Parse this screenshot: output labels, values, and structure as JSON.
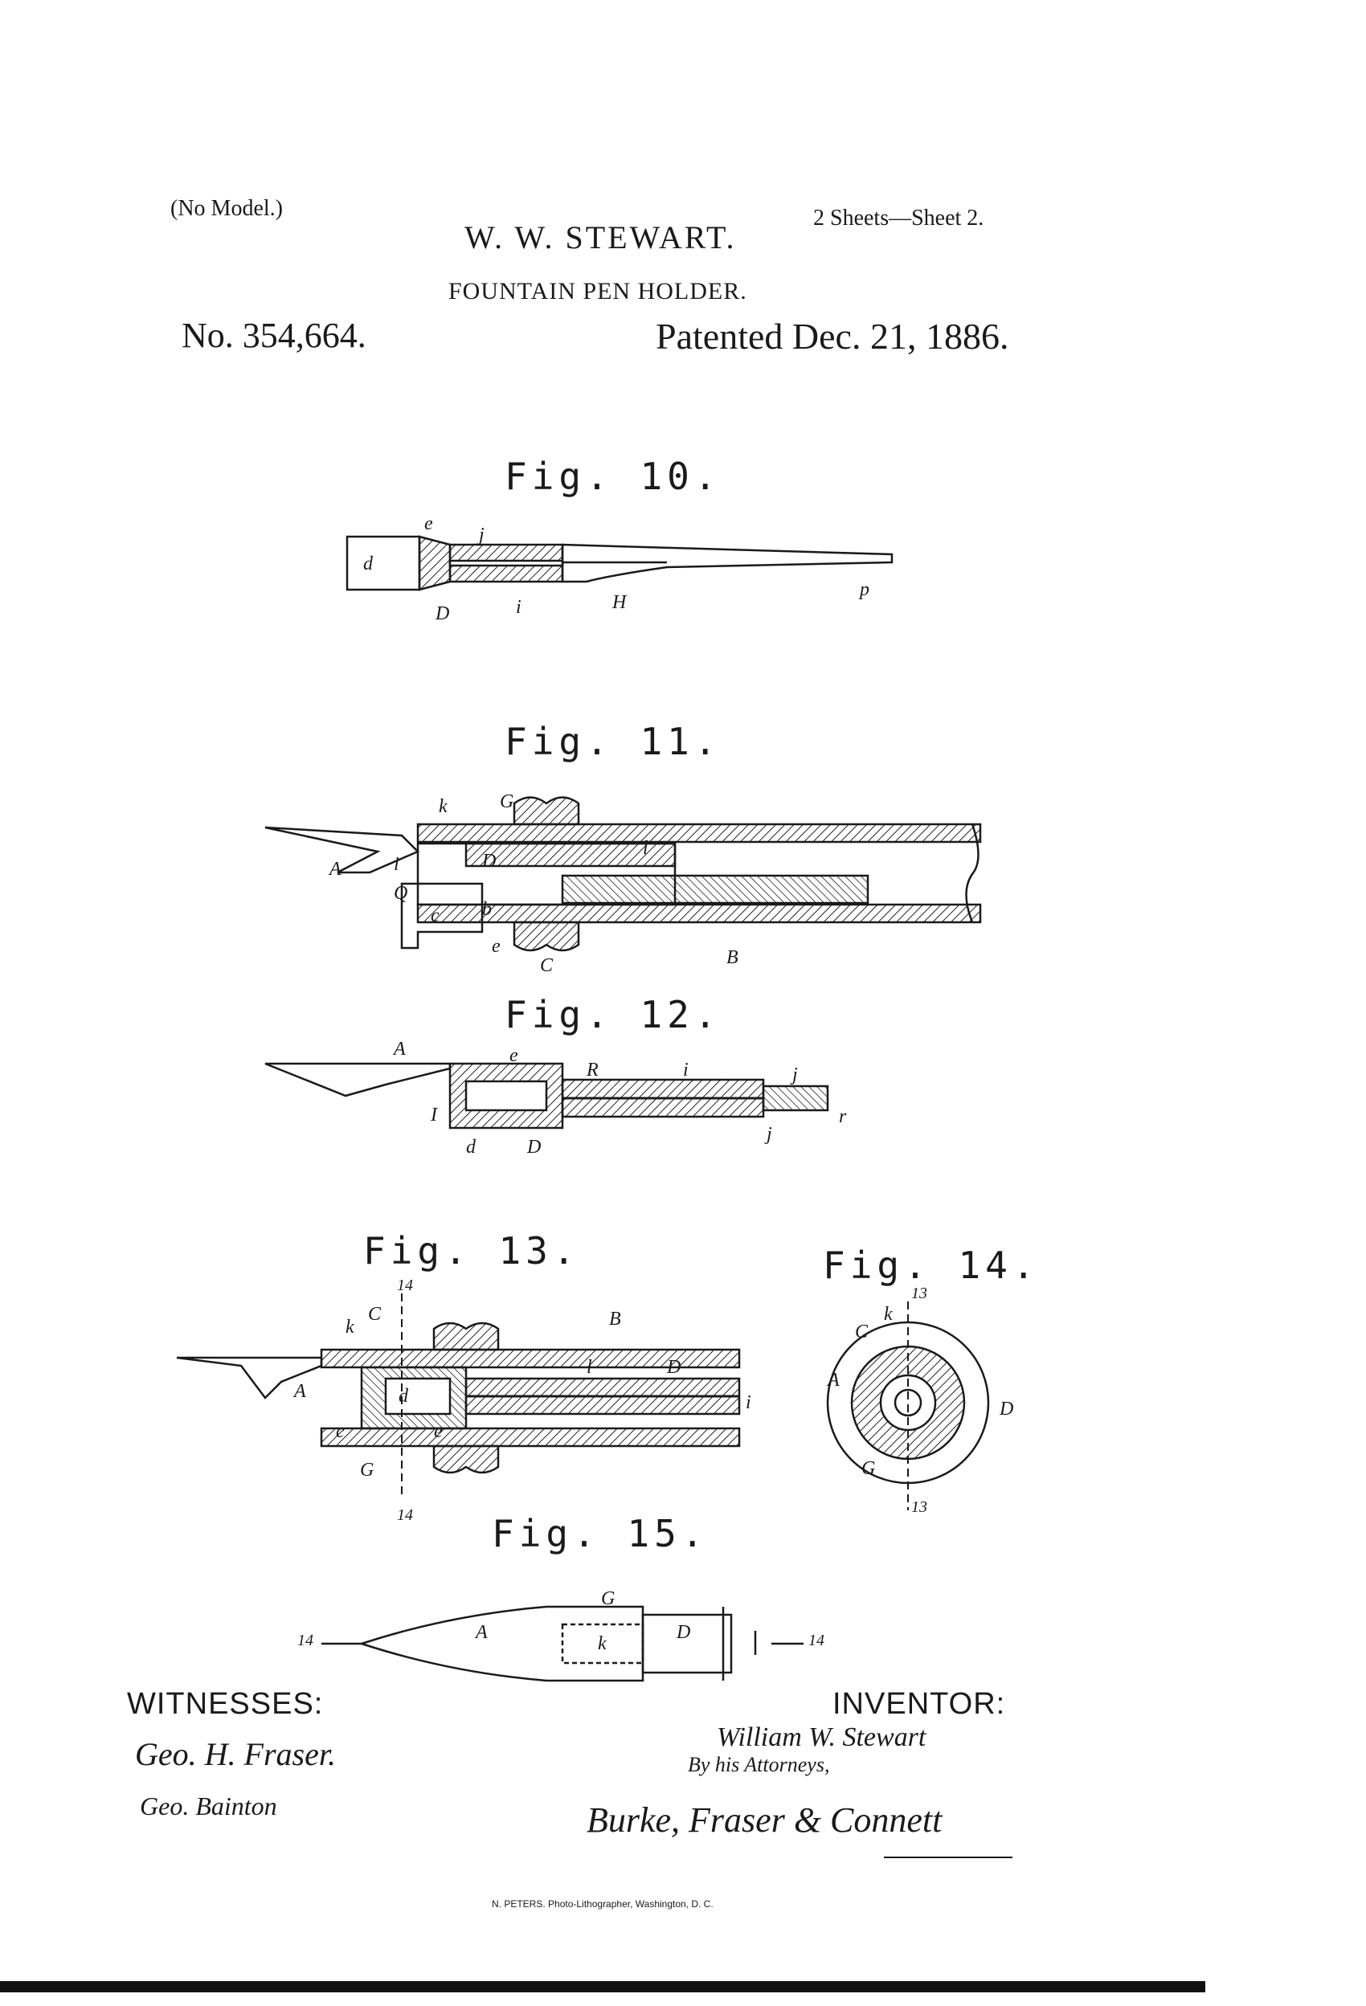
{
  "header": {
    "model_note": "(No Model.)",
    "inventor_name": "W. W. STEWART.",
    "sheets": "2 Sheets—Sheet 2.",
    "title": "FOUNTAIN PEN HOLDER.",
    "patent_number": "No. 354,664.",
    "patent_date": "Patented Dec. 21, 1886."
  },
  "figures": {
    "fig10": {
      "label": "Fig. 10.",
      "letters": [
        "e",
        "j",
        "d",
        "D",
        "i",
        "H",
        "p"
      ]
    },
    "fig11": {
      "label": "Fig. 11.",
      "letters": [
        "k",
        "G",
        "l",
        "A",
        "i",
        "D",
        "Q",
        "c",
        "b",
        "e",
        "C",
        "B"
      ]
    },
    "fig12": {
      "label": "Fig. 12.",
      "letters": [
        "A",
        "e",
        "R",
        "i",
        "j",
        "I",
        "d",
        "D",
        "r",
        "j"
      ]
    },
    "fig13": {
      "label": "Fig. 13.",
      "letters": [
        "14",
        "C",
        "k",
        "B",
        "l",
        "D",
        "A",
        "d",
        "i",
        "c",
        "e",
        "G",
        "14"
      ]
    },
    "fig14": {
      "label": "Fig. 14.",
      "letters": [
        "13",
        "k",
        "C",
        "A",
        "D",
        "G",
        "13"
      ]
    },
    "fig15": {
      "label": "Fig. 15.",
      "letters": [
        "G",
        "A",
        "D",
        "k",
        "14",
        "14"
      ]
    }
  },
  "footer": {
    "witnesses_heading": "WITNESSES:",
    "inventor_heading": "INVENTOR:",
    "witness_1": "Geo. H. Fraser.",
    "witness_2": "Geo. Bainton",
    "inventor_signature": "William W. Stewart",
    "by_attorneys": "By his Attorneys,",
    "attorneys_signature": "Burke, Fraser & Connett",
    "printer": "N. PETERS. Photo-Lithographer, Washington, D. C."
  }
}
